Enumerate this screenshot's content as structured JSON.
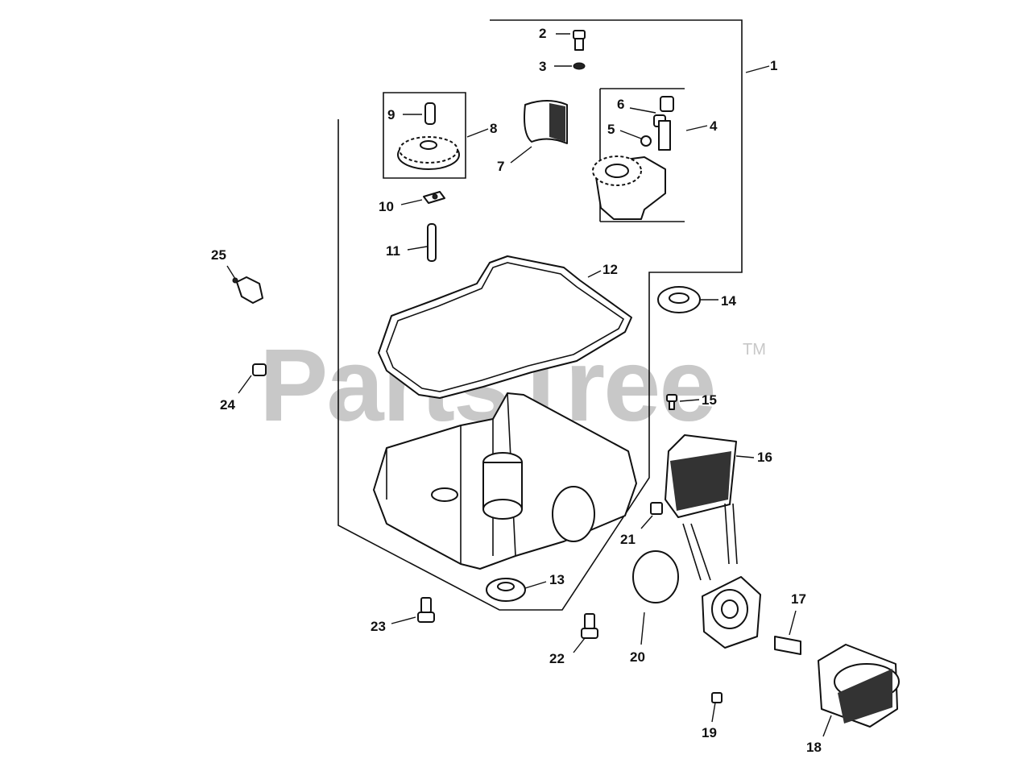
{
  "watermark": {
    "text": "PartsTree",
    "trademark": "TM"
  },
  "callouts": [
    {
      "id": "1",
      "text": "1"
    },
    {
      "id": "2",
      "text": "2"
    },
    {
      "id": "3",
      "text": "3"
    },
    {
      "id": "4",
      "text": "4"
    },
    {
      "id": "5",
      "text": "5"
    },
    {
      "id": "6",
      "text": "6"
    },
    {
      "id": "7",
      "text": "7"
    },
    {
      "id": "8",
      "text": "8"
    },
    {
      "id": "9",
      "text": "9"
    },
    {
      "id": "10",
      "text": "10"
    },
    {
      "id": "11",
      "text": "11"
    },
    {
      "id": "12",
      "text": "12"
    },
    {
      "id": "13",
      "text": "13"
    },
    {
      "id": "14",
      "text": "14"
    },
    {
      "id": "15",
      "text": "15"
    },
    {
      "id": "16",
      "text": "16"
    },
    {
      "id": "17",
      "text": "17"
    },
    {
      "id": "18",
      "text": "18"
    },
    {
      "id": "19",
      "text": "19"
    },
    {
      "id": "20",
      "text": "20"
    },
    {
      "id": "21",
      "text": "21"
    },
    {
      "id": "22",
      "text": "22"
    },
    {
      "id": "23",
      "text": "23"
    },
    {
      "id": "24",
      "text": "24"
    },
    {
      "id": "25",
      "text": "25"
    }
  ]
}
